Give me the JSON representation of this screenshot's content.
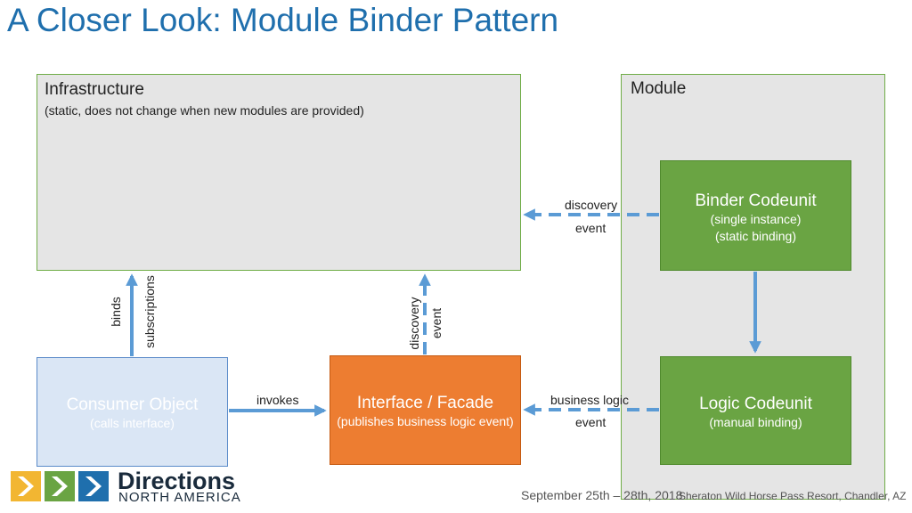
{
  "title": "A Closer Look: Module Binder Pattern",
  "infrastructure": {
    "title": "Infrastructure",
    "subtitle": "(static, does not change when new modules are provided)"
  },
  "module": {
    "title": "Module"
  },
  "binder": {
    "title": "Binder Codeunit",
    "line1": "(single instance)",
    "line2": "(static binding)"
  },
  "logic": {
    "title": "Logic Codeunit",
    "line1": "(manual binding)"
  },
  "consumer": {
    "title": "Consumer Object",
    "line1": "(calls interface)"
  },
  "facade": {
    "title": "Interface / Facade",
    "line1": "(publishes business logic event)"
  },
  "labels": {
    "discovery": "discovery",
    "event": "event",
    "business_logic": "business logic",
    "invokes": "invokes",
    "binds": "binds",
    "subscriptions": "subscriptions"
  },
  "logo": {
    "name": "Directions",
    "sub": "NORTH AMERICA"
  },
  "footer": {
    "date": "September 25th – 28th, 2018",
    "venue": "Sheraton Wild Horse Pass Resort, Chandler, AZ"
  },
  "colors": {
    "arrow": "#5b9bd5",
    "green": "#6aa443",
    "orange": "#ed7d31",
    "light_blue": "#dae6f5",
    "title": "#1f6fad"
  }
}
